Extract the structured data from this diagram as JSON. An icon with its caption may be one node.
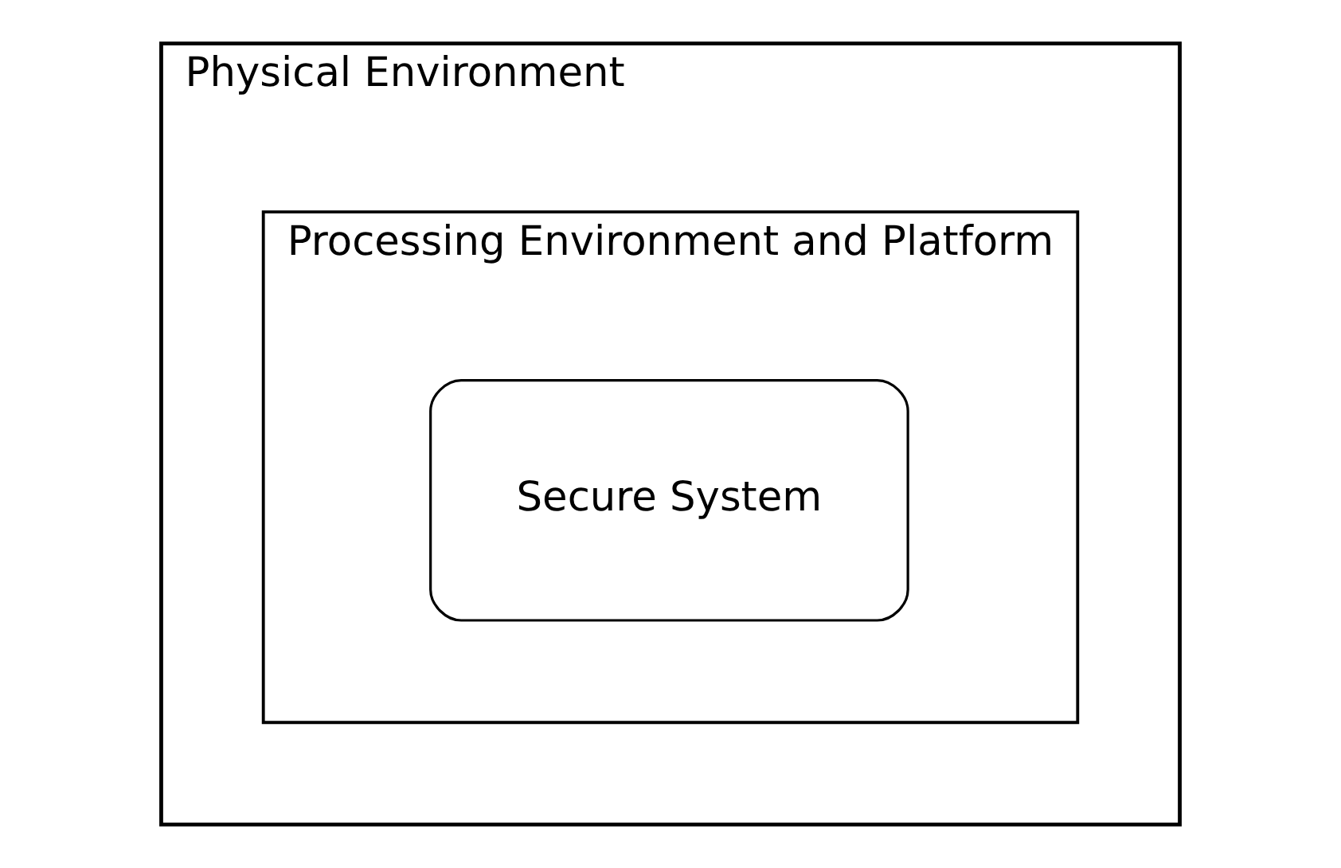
{
  "diagram": {
    "nodes": [
      {
        "text": [
          "Physical Environment"
        ]
      },
      {
        "text": [
          "Processing Environment and Platform"
        ],
        "in": 0
      },
      {
        "text": [
          "Secure System"
        ],
        "in": 1
      }
    ]
  }
}
